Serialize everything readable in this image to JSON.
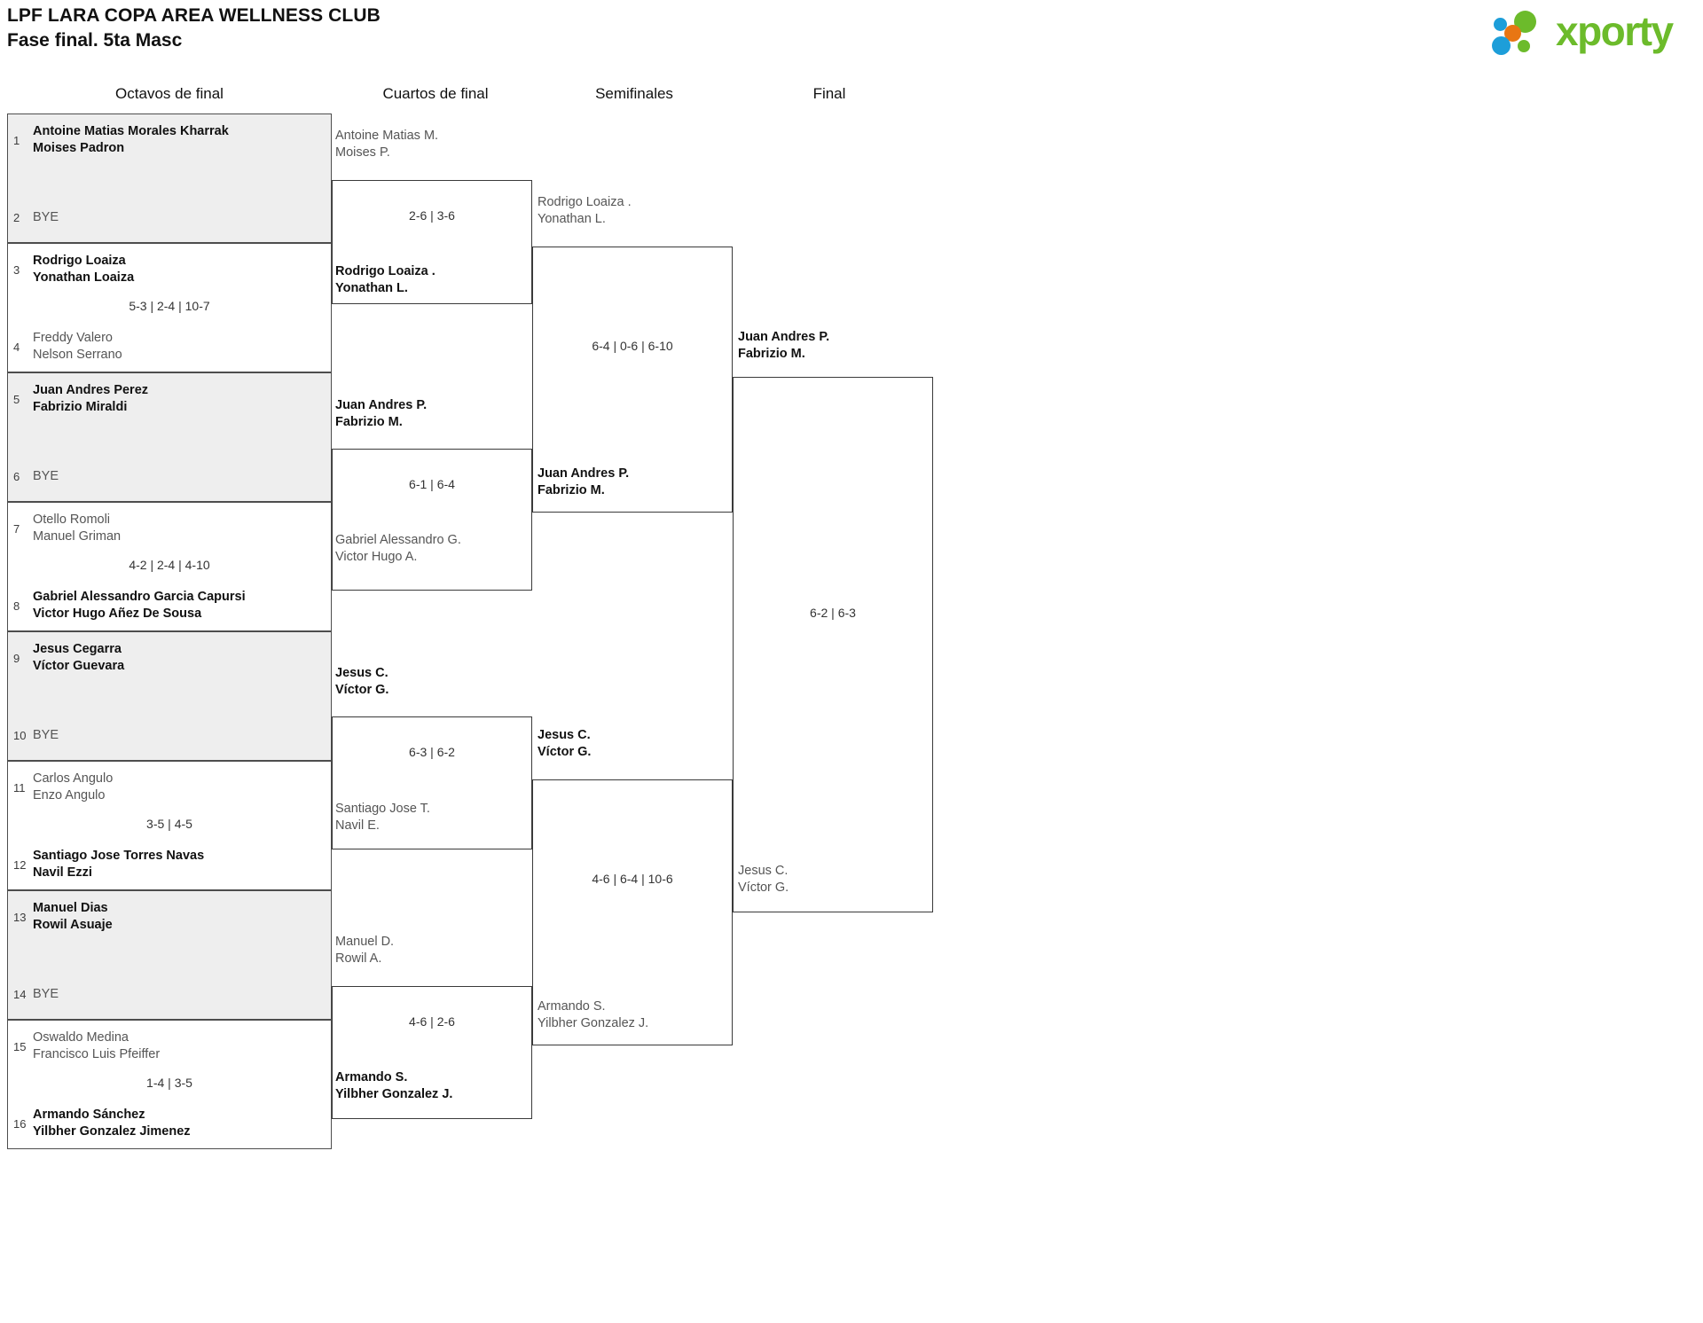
{
  "header": {
    "title_line_1": "LPF LARA COPA AREA WELLNESS CLUB",
    "title_line_2": "Fase final. 5ta Masc"
  },
  "brand": {
    "name": "xporty",
    "colors": {
      "green": "#6cbb2b",
      "orange": "#e87613",
      "blue": "#1d9ed9"
    }
  },
  "rounds": [
    {
      "id": "octavos",
      "label": "Octavos de final"
    },
    {
      "id": "cuartos",
      "label": "Cuartos de final"
    },
    {
      "id": "semifinales",
      "label": "Semifinales"
    },
    {
      "id": "final",
      "label": "Final"
    }
  ],
  "bracket": {
    "round1": [
      {
        "score": "",
        "bye": true,
        "slots": [
          {
            "seed": "1",
            "line1": "Antoine Matias Morales Kharrak",
            "line2": "Moises Padron",
            "result": "winner"
          },
          {
            "seed": "2",
            "line1": "BYE",
            "line2": "",
            "result": "bye"
          }
        ]
      },
      {
        "score": "5-3 | 2-4 | 10-7",
        "bye": false,
        "slots": [
          {
            "seed": "3",
            "line1": "Rodrigo Loaiza",
            "line2": "Yonathan Loaiza",
            "result": "winner"
          },
          {
            "seed": "4",
            "line1": "Freddy Valero",
            "line2": "Nelson Serrano",
            "result": "loser"
          }
        ]
      },
      {
        "score": "",
        "bye": true,
        "slots": [
          {
            "seed": "5",
            "line1": "Juan Andres Perez",
            "line2": "Fabrizio Miraldi",
            "result": "winner"
          },
          {
            "seed": "6",
            "line1": "BYE",
            "line2": "",
            "result": "bye"
          }
        ]
      },
      {
        "score": "4-2 | 2-4 | 4-10",
        "bye": false,
        "slots": [
          {
            "seed": "7",
            "line1": "Otello Romoli",
            "line2": "Manuel Griman",
            "result": "loser"
          },
          {
            "seed": "8",
            "line1": "Gabriel Alessandro Garcia Capursi",
            "line2": "Victor Hugo Añez De Sousa",
            "result": "winner"
          }
        ]
      },
      {
        "score": "",
        "bye": true,
        "slots": [
          {
            "seed": "9",
            "line1": "Jesus Cegarra",
            "line2": "Víctor Guevara",
            "result": "winner"
          },
          {
            "seed": "10",
            "line1": "BYE",
            "line2": "",
            "result": "bye"
          }
        ]
      },
      {
        "score": "3-5 | 4-5",
        "bye": false,
        "slots": [
          {
            "seed": "11",
            "line1": "Carlos Angulo",
            "line2": "Enzo Angulo",
            "result": "loser"
          },
          {
            "seed": "12",
            "line1": "Santiago Jose Torres Navas",
            "line2": "Navil Ezzi",
            "result": "winner"
          }
        ]
      },
      {
        "score": "",
        "bye": true,
        "slots": [
          {
            "seed": "13",
            "line1": "Manuel Dias",
            "line2": "Rowil Asuaje",
            "result": "winner"
          },
          {
            "seed": "14",
            "line1": "BYE",
            "line2": "",
            "result": "bye"
          }
        ]
      },
      {
        "score": "1-4 | 3-5",
        "bye": false,
        "slots": [
          {
            "seed": "15",
            "line1": "Oswaldo Medina",
            "line2": "Francisco Luis Pfeiffer",
            "result": "loser"
          },
          {
            "seed": "16",
            "line1": "Armando Sánchez",
            "line2": "Yilbher Gonzalez Jimenez",
            "result": "winner"
          }
        ]
      }
    ],
    "round2": [
      {
        "score": "2-6 | 3-6",
        "top": {
          "line1": "Antoine Matias M.",
          "line2": "Moises P.",
          "result": "loser"
        },
        "bottom": {
          "line1": "Rodrigo Loaiza .",
          "line2": "Yonathan L.",
          "result": "winner"
        }
      },
      {
        "score": "6-1 | 6-4",
        "top": {
          "line1": "Juan Andres P.",
          "line2": "Fabrizio M.",
          "result": "winner"
        },
        "bottom": {
          "line1": "Gabriel Alessandro G.",
          "line2": "Victor Hugo A.",
          "result": "loser"
        }
      },
      {
        "score": "6-3 | 6-2",
        "top": {
          "line1": "Jesus C.",
          "line2": "Víctor G.",
          "result": "winner"
        },
        "bottom": {
          "line1": "Santiago Jose T.",
          "line2": "Navil E.",
          "result": "loser"
        }
      },
      {
        "score": "4-6 | 2-6",
        "top": {
          "line1": "Manuel D.",
          "line2": "Rowil A.",
          "result": "loser"
        },
        "bottom": {
          "line1": "Armando S.",
          "line2": "Yilbher Gonzalez J.",
          "result": "winner"
        }
      }
    ],
    "round3": [
      {
        "score": "6-4 | 0-6 | 6-10",
        "top": {
          "line1": "Rodrigo Loaiza .",
          "line2": "Yonathan L.",
          "result": "loser"
        },
        "bottom": {
          "line1": "Juan Andres P.",
          "line2": "Fabrizio M.",
          "result": "winner"
        }
      },
      {
        "score": "4-6 | 6-4 | 10-6",
        "top": {
          "line1": "Jesus C.",
          "line2": "Víctor G.",
          "result": "winner"
        },
        "bottom": {
          "line1": "Armando S.",
          "line2": "Yilbher Gonzalez J.",
          "result": "loser"
        }
      }
    ],
    "round4": [
      {
        "score": "6-2 | 6-3",
        "top": {
          "line1": "Juan Andres P.",
          "line2": "Fabrizio M.",
          "result": "winner"
        },
        "bottom": {
          "line1": "Jesus C.",
          "line2": "Víctor G.",
          "result": "loser"
        }
      }
    ]
  }
}
